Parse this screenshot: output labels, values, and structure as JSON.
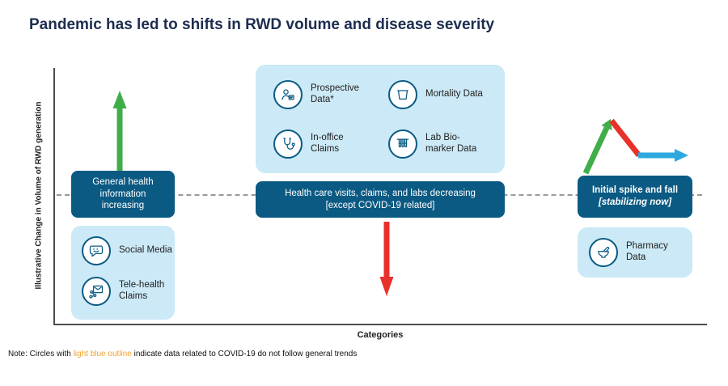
{
  "title": "Pandemic has led to shifts in RWD volume and disease severity",
  "axes": {
    "y_label": "Illustrative Change in Volume of RWD generation",
    "x_label": "Categories"
  },
  "left_group": {
    "heading": "General health information increasing",
    "items": [
      {
        "icon": "social-media-icon",
        "label": "Social Media"
      },
      {
        "icon": "telehealth-claims-icon",
        "label": "Tele-health Claims"
      }
    ]
  },
  "middle_group": {
    "items": [
      {
        "icon": "prospective-data-icon",
        "label": "Prospective Data*"
      },
      {
        "icon": "mortality-data-icon",
        "label": "Mortality Data"
      },
      {
        "icon": "in-office-claims-icon",
        "label": "In-office Claims"
      },
      {
        "icon": "lab-biomarker-icon",
        "label": "Lab Bio-marker Data"
      }
    ],
    "heading_line1": "Health care visits, claims, and labs decreasing",
    "heading_line2": "[except COVID-19 related]"
  },
  "right_group": {
    "heading_line1": "Initial spike and fall",
    "heading_line2": "[stabilizing now]",
    "items": [
      {
        "icon": "pharmacy-data-icon",
        "label": "Pharmacy Data"
      }
    ]
  },
  "note": {
    "prefix": "Note: Circles with ",
    "highlight": "light blue outline",
    "suffix": " indicate data related to COVID-19 do not follow general trends"
  },
  "colors": {
    "title_navy": "#1d2d50",
    "dark_blue": "#0b5a83",
    "light_blue": "#cbe9f6",
    "green": "#3fae49",
    "red": "#e8312a",
    "arrow_blue": "#2ea9e0",
    "highlight_orange": "#f0a32f",
    "dashed_gray": "#9a9a9a"
  }
}
